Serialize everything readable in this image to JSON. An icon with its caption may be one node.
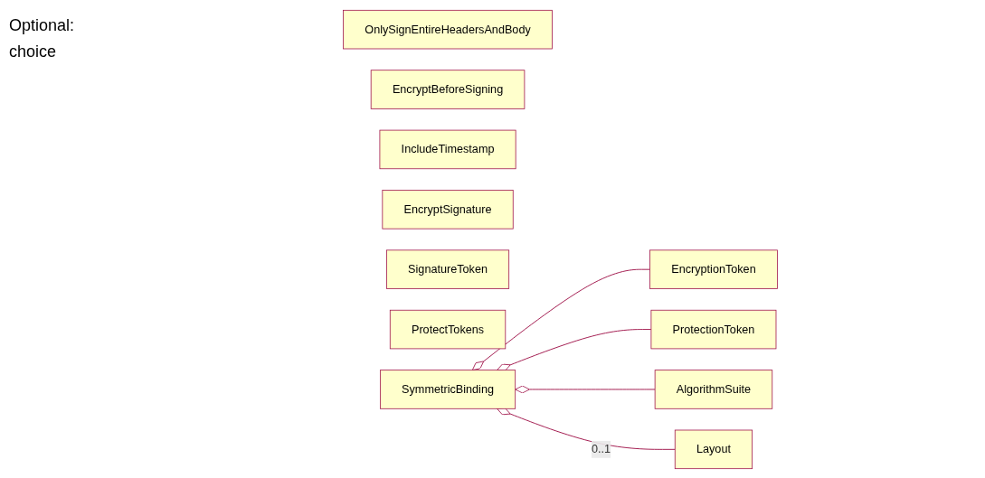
{
  "diagram": {
    "nodes": [
      {
        "text": [
          "SymmetricBinding"
        ]
      },
      {
        "text": [
          "EncryptionToken"
        ]
      },
      {
        "text": [
          "SignatureToken"
        ]
      },
      {
        "text": [
          "ProtectionToken"
        ]
      },
      {
        "text": [
          "AlgorithmSuite"
        ]
      },
      {
        "text": [
          "Layout"
        ]
      },
      {
        "text": [
          "IncludeTimestamp"
        ]
      },
      {
        "text": [
          "EncryptBeforeSigning"
        ]
      },
      {
        "text": [
          "EncryptSignature"
        ]
      },
      {
        "text": [
          "ProtectTokens"
        ]
      },
      {
        "text": [
          "OnlySignEntireHeadersAndBody"
        ]
      }
    ],
    "edges": [
      {
        "from": 0,
        "to": 1,
        "arrow": "other"
      },
      {
        "from": 0,
        "to": 3,
        "arrow": "other"
      },
      {
        "from": 0,
        "to": 4,
        "arrow": "other"
      },
      {
        "from": 0,
        "to": 5,
        "arrow": "other",
        "label": "0..1"
      }
    ],
    "labels": [
      "Optional:",
      "choice"
    ]
  }
}
